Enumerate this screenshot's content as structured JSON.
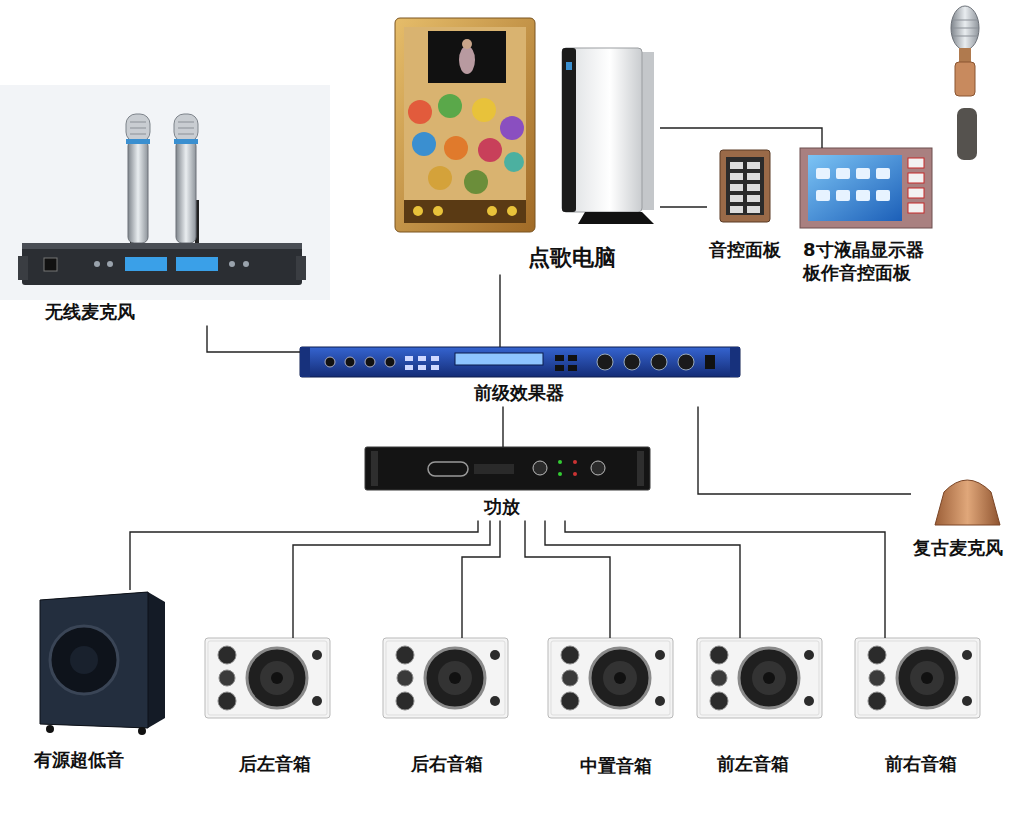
{
  "diagram": {
    "nodes": [
      {
        "text": [
          "无线麦克风"
        ]
      },
      {
        "text": [
          "点歌电脑"
        ]
      },
      {
        "text": [
          "音控面板"
        ]
      },
      {
        "text": [
          "8寸液晶显示器 板作音控面板"
        ]
      },
      {
        "text": [
          "前级效果器"
        ]
      },
      {
        "text": [
          "功放"
        ]
      },
      {
        "text": [
          "复古麦克风"
        ]
      },
      {
        "text": [
          "有源超低音"
        ]
      },
      {
        "text": [
          "后左音箱"
        ]
      },
      {
        "text": [
          "后右音箱"
        ]
      },
      {
        "text": [
          "中置音箱"
        ]
      },
      {
        "text": [
          "前左音箱"
        ]
      },
      {
        "text": [
          "前右音箱"
        ]
      }
    ],
    "edges": [
      {
        "from": 0,
        "to": 4,
        "arrow": "none"
      },
      {
        "from": 1,
        "to": 4,
        "arrow": "none"
      },
      {
        "from": 1,
        "to": 3,
        "arrow": "none"
      },
      {
        "from": 1,
        "to": 2,
        "arrow": "none"
      },
      {
        "from": 4,
        "to": 5,
        "arrow": "none"
      },
      {
        "from": 4,
        "to": 6,
        "arrow": "none"
      },
      {
        "from": 5,
        "to": 7,
        "arrow": "none"
      },
      {
        "from": 5,
        "to": 8,
        "arrow": "none"
      },
      {
        "from": 5,
        "to": 9,
        "arrow": "none"
      },
      {
        "from": 5,
        "to": 10,
        "arrow": "none"
      },
      {
        "from": 5,
        "to": 11,
        "arrow": "none"
      },
      {
        "from": 5,
        "to": 12,
        "arrow": "none"
      }
    ]
  }
}
